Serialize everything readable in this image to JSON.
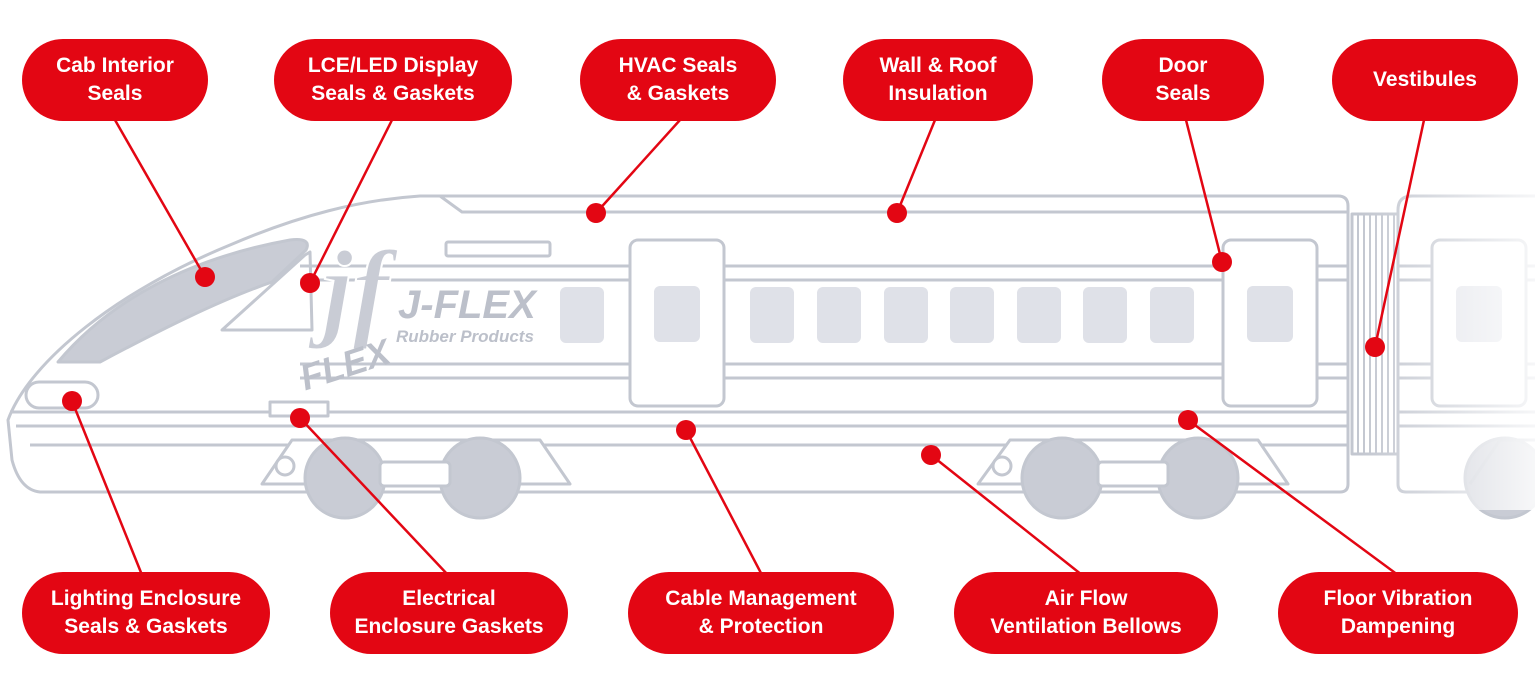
{
  "brand": {
    "logo_mark": "jf",
    "logo_word": "FLEX",
    "name": "J-FLEX",
    "tagline": "Rubber Products"
  },
  "colors": {
    "callout": "#e30613",
    "train_outline": "#c3c7d0",
    "train_fill": "#dfe1e8",
    "logo": "#bcc0ca",
    "background": "#ffffff"
  },
  "callouts": [
    {
      "id": "cab-interior-seals",
      "lines": [
        "Cab Interior",
        "Seals"
      ]
    },
    {
      "id": "display-seals",
      "lines": [
        "LCE/LED Display",
        "Seals & Gaskets"
      ]
    },
    {
      "id": "hvac-seals",
      "lines": [
        "HVAC Seals",
        "& Gaskets"
      ]
    },
    {
      "id": "wall-roof-insulation",
      "lines": [
        "Wall & Roof",
        "Insulation"
      ]
    },
    {
      "id": "door-seals",
      "lines": [
        "Door",
        "Seals"
      ]
    },
    {
      "id": "vestibules",
      "lines": [
        "Vestibules"
      ]
    },
    {
      "id": "lighting-enclosure",
      "lines": [
        "Lighting Enclosure",
        "Seals & Gaskets"
      ]
    },
    {
      "id": "electrical-enclosure",
      "lines": [
        "Electrical",
        "Enclosure Gaskets"
      ]
    },
    {
      "id": "cable-management",
      "lines": [
        "Cable Management",
        "& Protection"
      ]
    },
    {
      "id": "air-flow-bellows",
      "lines": [
        "Air Flow",
        "Ventilation Bellows"
      ]
    },
    {
      "id": "floor-vibration",
      "lines": [
        "Floor Vibration",
        "Dampening"
      ]
    }
  ]
}
